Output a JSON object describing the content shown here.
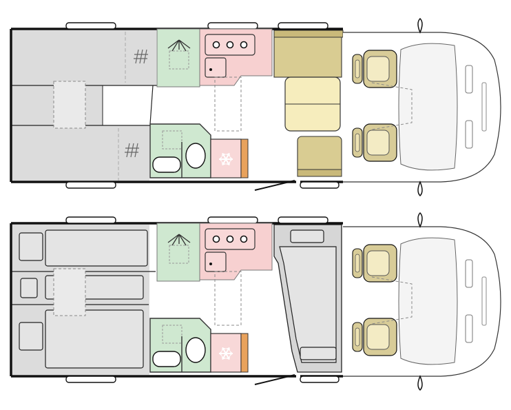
{
  "floorplans": [
    {
      "id": "day-layout",
      "bed_count": 0
    },
    {
      "id": "night-layout",
      "bed_count": 3
    }
  ],
  "colors": {
    "wall": "#111111",
    "bed_grey": "#dcdcdc",
    "washroom_green": "#cfe8d0",
    "kitchen_pink": "#f7d0d0",
    "fridge_pink": "#f8d8d8",
    "seat_tan": "#d9cc92",
    "table_cream": "#f6edbd",
    "cab_seat": "#d8cc98",
    "counter_orange": "#e8a25c",
    "cab_outline": "#333333",
    "dash": "#888888"
  },
  "icons": [
    "shower-icon",
    "snowflake-icon",
    "toilet-icon",
    "sink-icon",
    "stove-burner-icon",
    "window-icon",
    "mirror-icon",
    "door-icon"
  ]
}
